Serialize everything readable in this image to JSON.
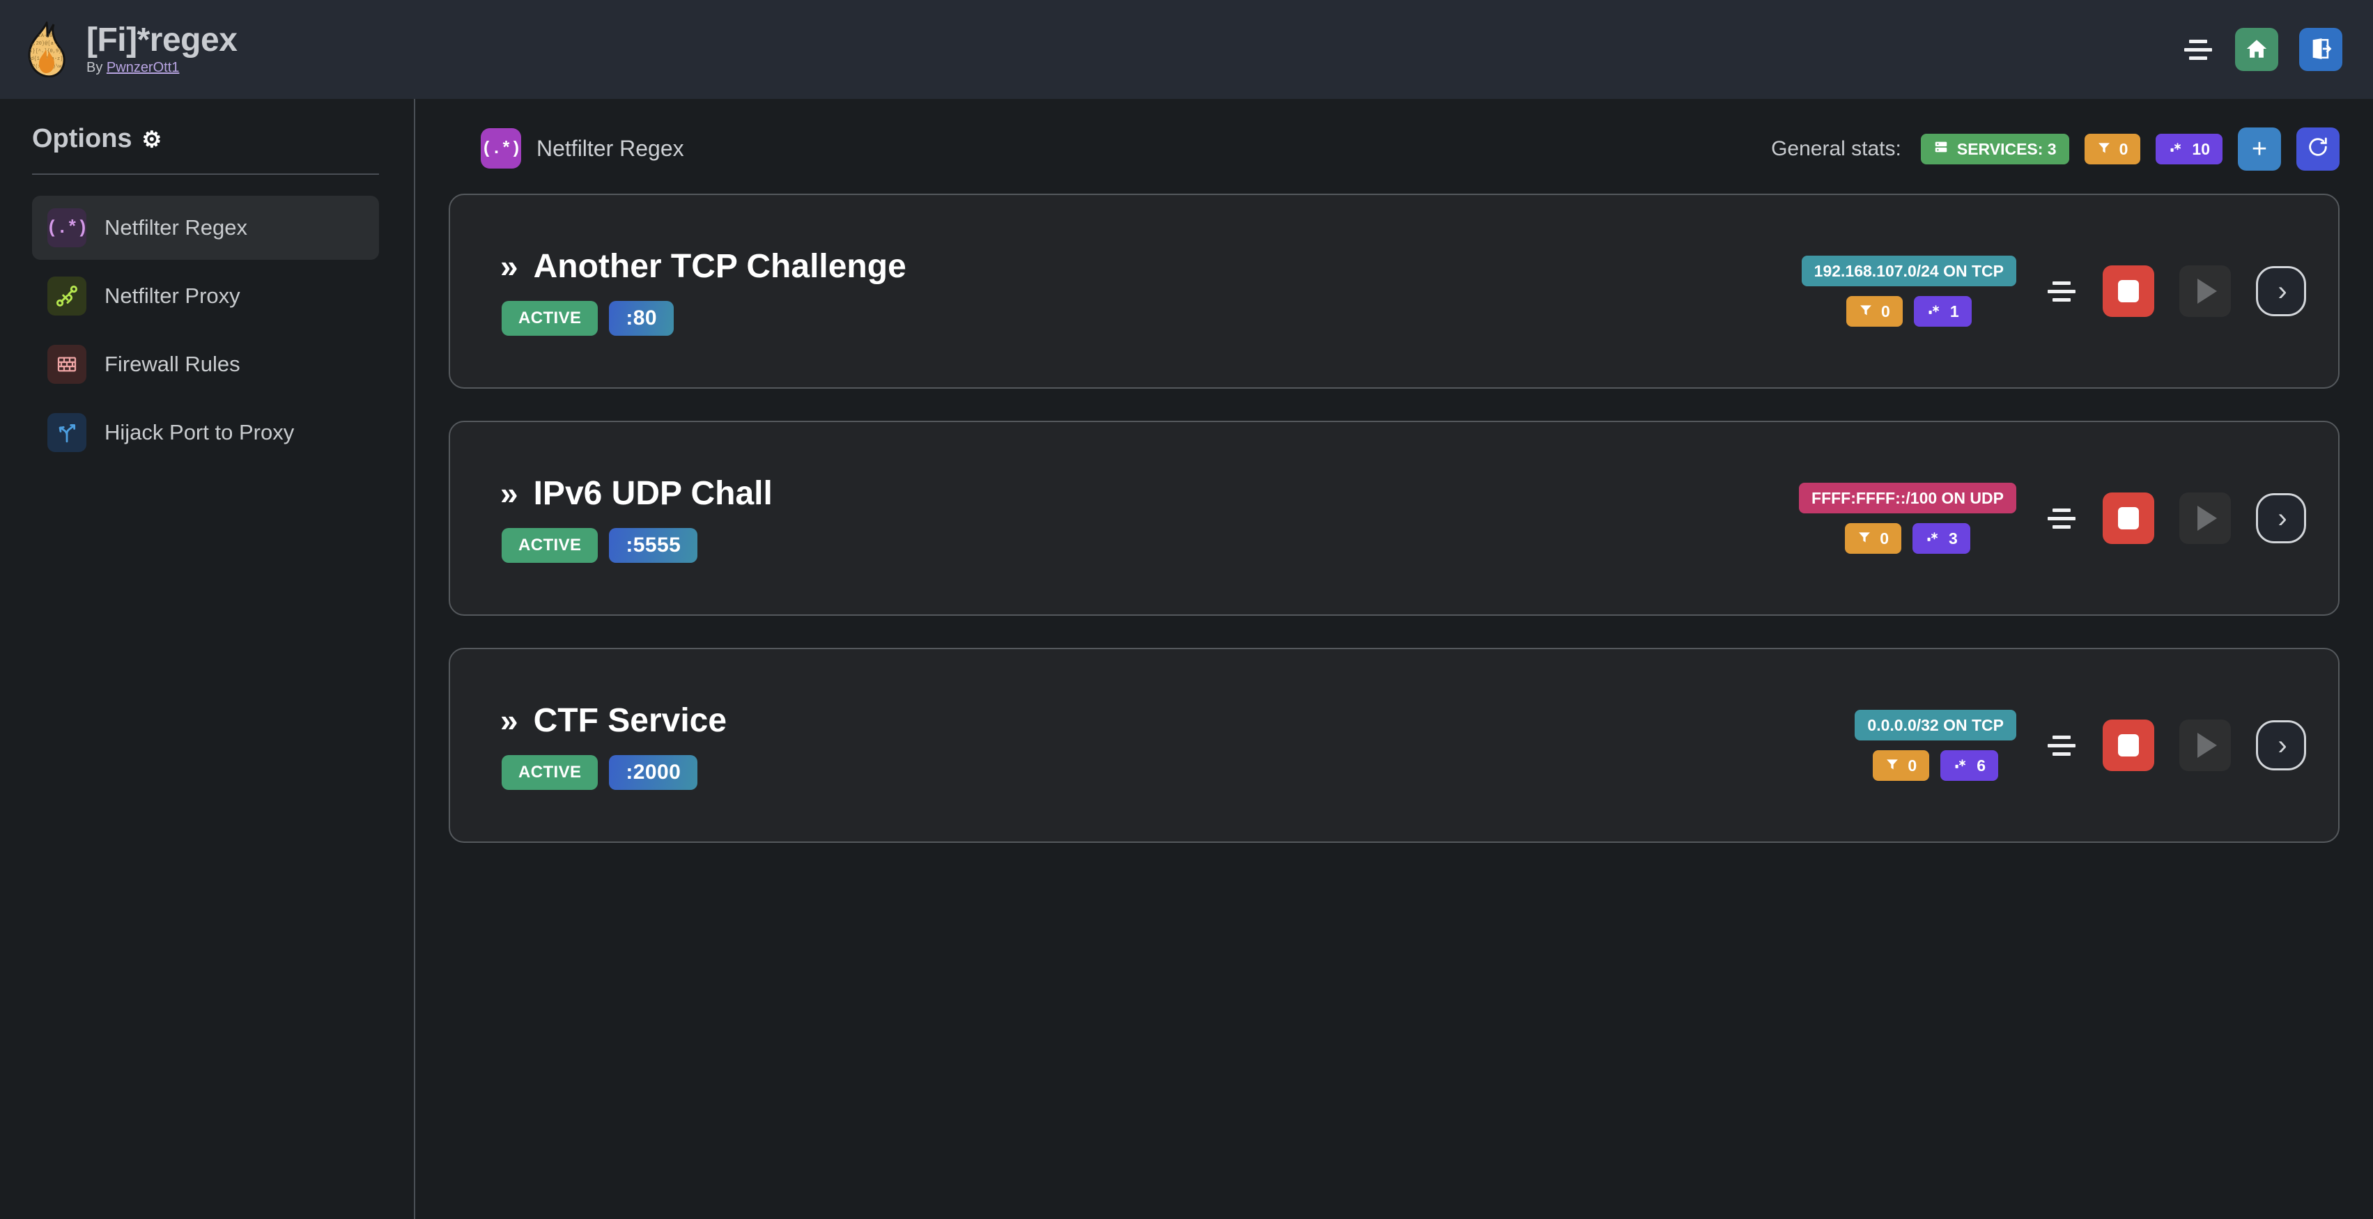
{
  "header": {
    "logo_icon": "flame-logo",
    "title": "[Fi]*regex",
    "by_prefix": "By ",
    "author": "PwnzerOtt1",
    "filter_icon": "filter-lines-icon",
    "home_icon": "home-icon",
    "logout_icon": "logout-icon"
  },
  "sidebar": {
    "title": "Options",
    "gear_icon": "gear-icon",
    "items": [
      {
        "label": "Netfilter Regex",
        "icon": "regex-icon",
        "glyph": "(.*)",
        "active": true
      },
      {
        "label": "Netfilter Proxy",
        "icon": "plug-icon",
        "glyph": "",
        "active": false
      },
      {
        "label": "Firewall Rules",
        "icon": "brick-wall-icon",
        "glyph": "",
        "active": false
      },
      {
        "label": "Hijack Port to Proxy",
        "icon": "route-fork-icon",
        "glyph": "",
        "active": false
      }
    ]
  },
  "main": {
    "page_icon": "regex-icon",
    "page_icon_glyph": "(.*)",
    "page_title": "Netfilter Regex",
    "stats_label": "General stats:",
    "stats": {
      "services_icon": "server-icon",
      "services_label": "SERVICES: 3",
      "filters_icon": "funnel-icon",
      "filters_count": "0",
      "regex_icon": "regex-dot-star-icon",
      "regex_count": "10"
    },
    "add_button": "+",
    "refresh_button": "↻"
  },
  "services": [
    {
      "chevron": "»",
      "name": "Another TCP Challenge",
      "status": "ACTIVE",
      "port": ":80",
      "network": "192.168.107.0/24 ON TCP",
      "network_color": "teal",
      "filters_count": "0",
      "regex_count": "1",
      "menu_icon": "filter-lines-icon",
      "stop_icon": "stop-icon",
      "play_icon": "play-icon",
      "open_icon": "chevron-right-icon"
    },
    {
      "chevron": "»",
      "name": "IPv6 UDP Chall",
      "status": "ACTIVE",
      "port": ":5555",
      "network": "FFFF:FFFF::/100 ON UDP",
      "network_color": "pink",
      "filters_count": "0",
      "regex_count": "3",
      "menu_icon": "filter-lines-icon",
      "stop_icon": "stop-icon",
      "play_icon": "play-icon",
      "open_icon": "chevron-right-icon"
    },
    {
      "chevron": "»",
      "name": "CTF Service",
      "status": "ACTIVE",
      "port": ":2000",
      "network": "0.0.0.0/32 ON TCP",
      "network_color": "teal",
      "filters_count": "0",
      "regex_count": "6",
      "menu_icon": "filter-lines-icon",
      "stop_icon": "stop-icon",
      "play_icon": "play-icon",
      "open_icon": "chevron-right-icon"
    }
  ],
  "colors": {
    "header_bg": "#262b34",
    "body_bg": "#1a1d20",
    "card_bg": "#232528",
    "card_border": "#55595d",
    "accent_green": "#45926b",
    "accent_blue": "#3071c4",
    "accent_purple": "#6b43e0",
    "accent_orange": "#e09a36",
    "accent_teal": "#3f96a3",
    "accent_pink": "#c2396a",
    "accent_red": "#d8453c"
  }
}
